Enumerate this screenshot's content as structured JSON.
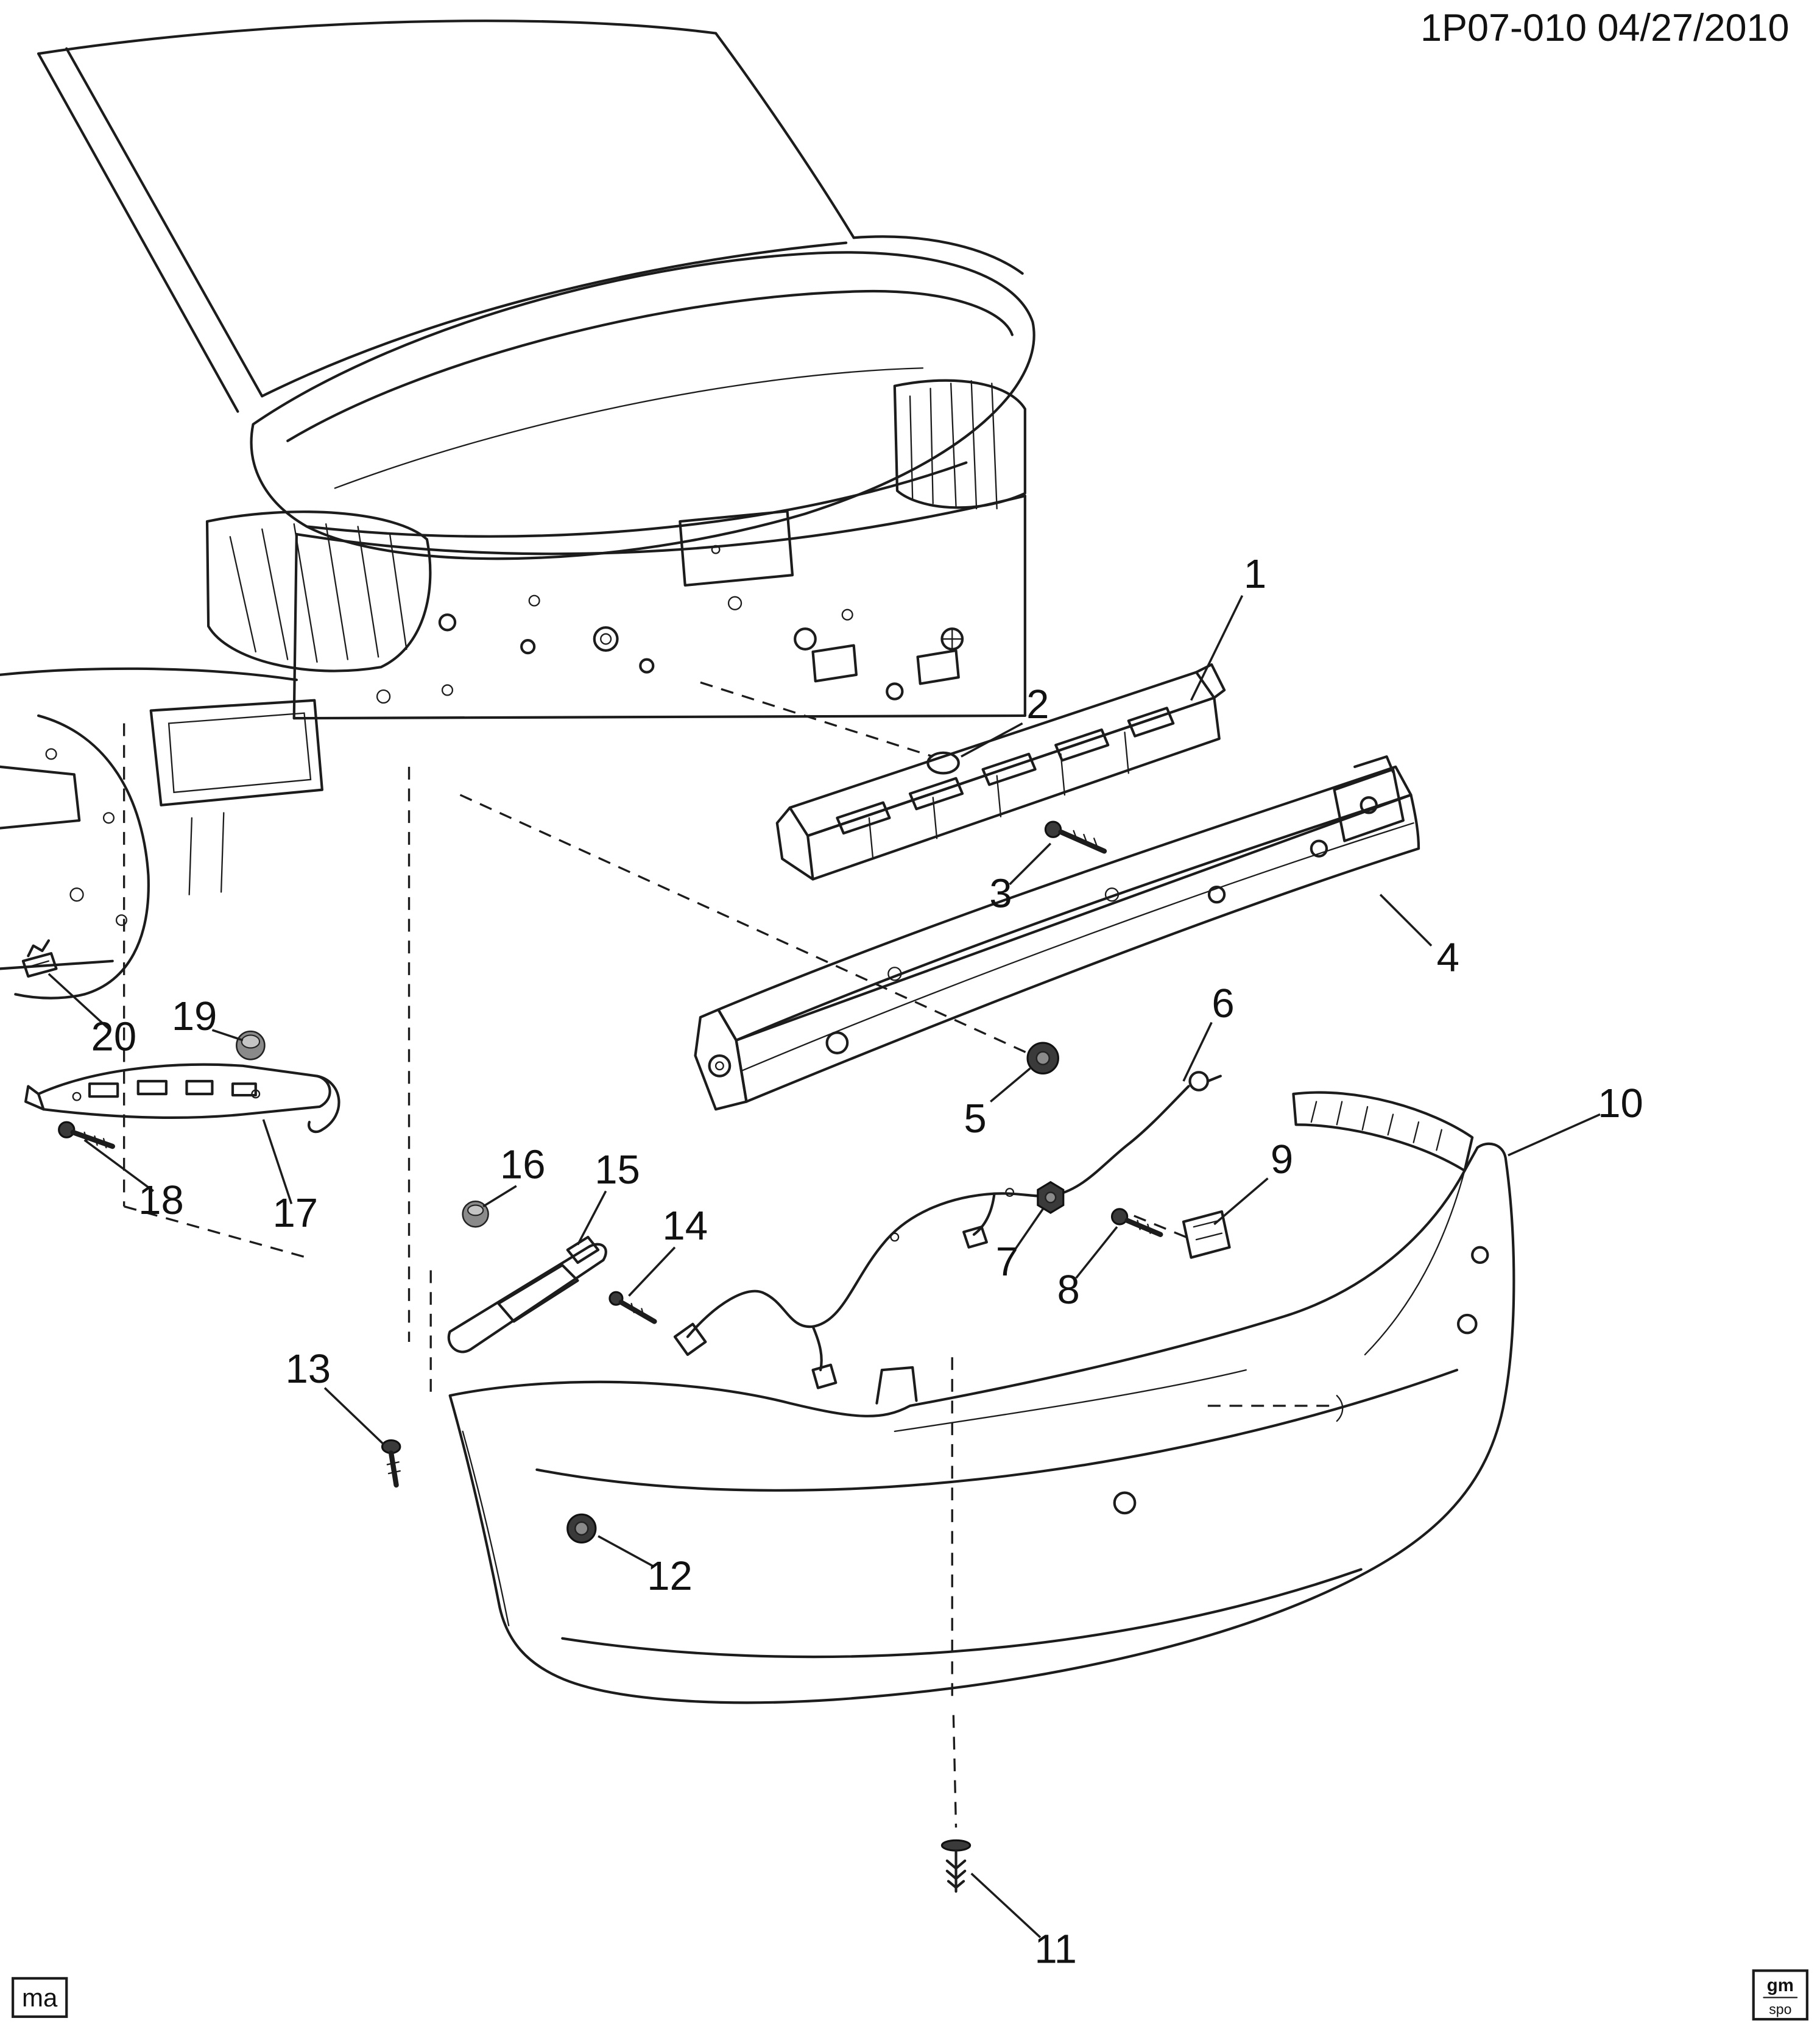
{
  "header": {
    "title": "1P07-010 04/27/2010"
  },
  "callouts": [
    "1",
    "2",
    "3",
    "4",
    "5",
    "6",
    "7",
    "8",
    "9",
    "10",
    "11",
    "12",
    "13",
    "14",
    "15",
    "16",
    "17",
    "18",
    "19",
    "20"
  ],
  "footer": {
    "left_mark": "ma",
    "right_mark_top": "gm",
    "right_mark_bottom": "spo"
  },
  "colors": {
    "line": "#1c1c1c",
    "background": "#ffffff"
  }
}
